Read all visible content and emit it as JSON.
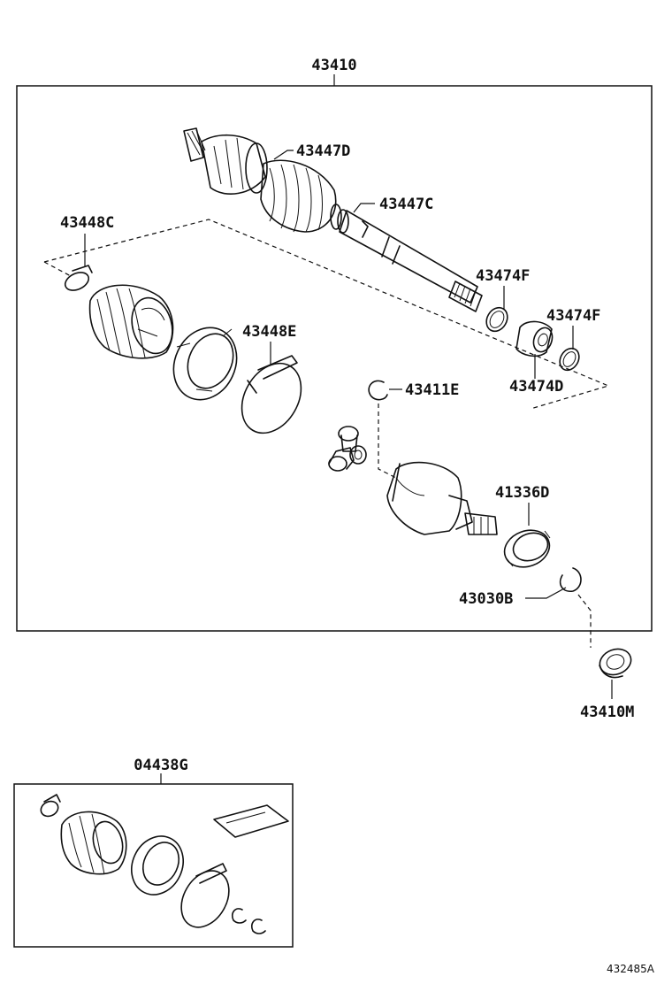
{
  "diagram": {
    "ref_code": "432485A",
    "assembly_label": "43410",
    "kit_label": "04438G",
    "parts": {
      "p43447D": "43447D",
      "p43447C": "43447C",
      "p43448C": "43448C",
      "p43474F_a": "43474F",
      "p43474F_b": "43474F",
      "p43448E": "43448E",
      "p43474D": "43474D",
      "p43411E": "43411E",
      "p41336D": "41336D",
      "p43030B": "43030B",
      "p43410M": "43410M"
    }
  }
}
